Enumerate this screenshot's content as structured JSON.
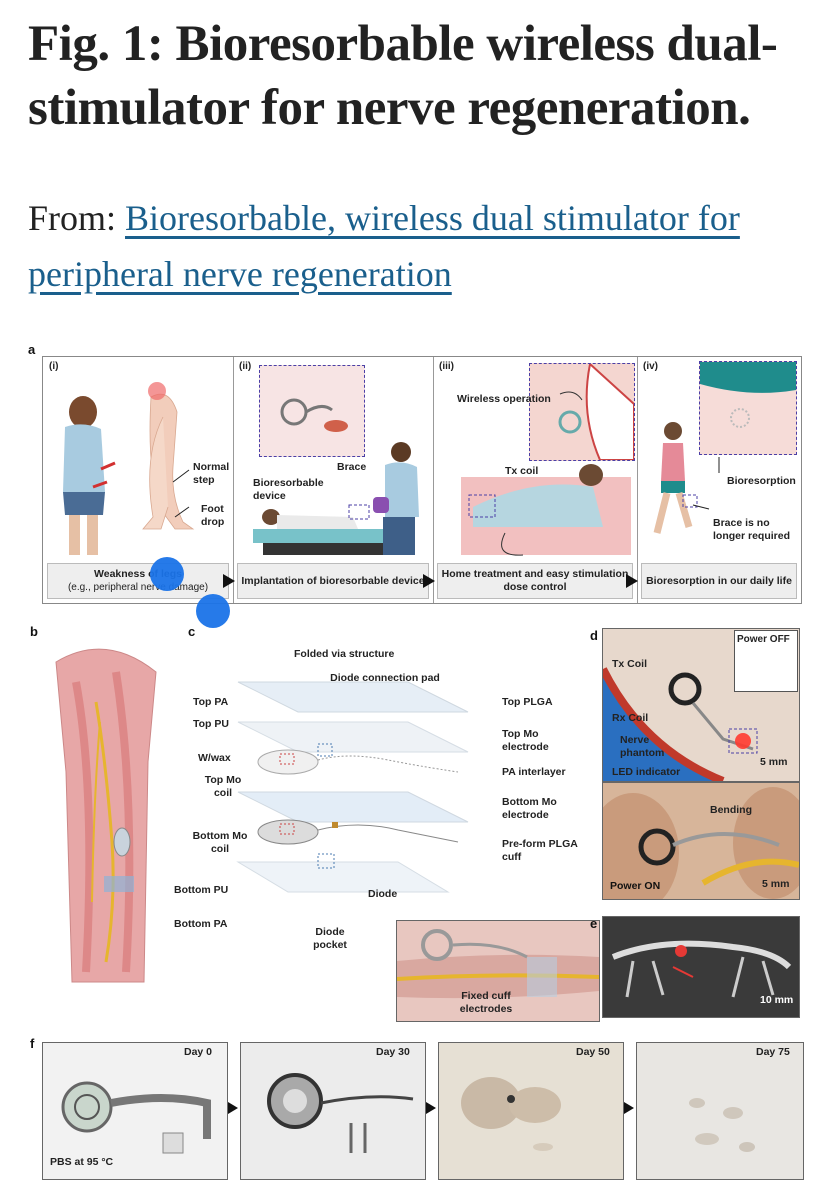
{
  "header": {
    "title": "Fig. 1: Bioresorbable wireless dual-stimulator for nerve regeneration.",
    "from_prefix": "From:",
    "from_link": "Bioresorbable, wireless dual stimulator for peripheral nerve regeneration"
  },
  "figure": {
    "panel_letters": [
      "a",
      "b",
      "c",
      "d",
      "e",
      "f"
    ],
    "panel_a": {
      "subpanels": [
        {
          "num": "(i)",
          "caption": "Weakness of legs",
          "caption_sub": "(e.g., peripheral nerve damage)",
          "labels": [
            "Normal step",
            "Foot drop"
          ]
        },
        {
          "num": "(ii)",
          "caption": "Implantation of bioresorbable device",
          "labels": [
            "Brace",
            "Bioresorbable device"
          ]
        },
        {
          "num": "(iii)",
          "caption": "Home treatment and easy stimulation dose control",
          "labels": [
            "Wireless operation",
            "Tx coil"
          ]
        },
        {
          "num": "(iv)",
          "caption": "Bioresorption in our daily life",
          "labels": [
            "Bioresorption",
            "Brace is no longer required"
          ]
        }
      ]
    },
    "panel_c": {
      "left_labels": [
        "Top PA",
        "Top PU",
        "W/wax",
        "Top Mo coil",
        "Bottom Mo coil",
        "Bottom PU",
        "Bottom PA"
      ],
      "top_labels": [
        "Folded via structure",
        "Diode connection pad"
      ],
      "right_labels": [
        "Top PLGA",
        "Top Mo electrode",
        "PA interlayer",
        "Bottom Mo electrode",
        "Pre-form PLGA cuff"
      ],
      "bottom_labels": [
        "Diode",
        "Diode pocket"
      ],
      "inset_label": "Fixed cuff electrodes"
    },
    "panel_d": {
      "top": {
        "state": "Power OFF",
        "labels": [
          "Tx Coil",
          "Rx Coil",
          "Nerve phantom",
          "LED indicator"
        ],
        "scale": "5 mm"
      },
      "bottom": {
        "state": "Power ON",
        "labels": [
          "Bending"
        ],
        "scale": "5 mm"
      }
    },
    "panel_e": {
      "scale": "10 mm"
    },
    "panel_f": {
      "days": [
        "Day 0",
        "Day 30",
        "Day 50",
        "Day 75"
      ],
      "condition": "PBS at 95 °C"
    }
  },
  "colors": {
    "link": "#1a5f8c",
    "touch_dot": "#1a73e8",
    "dash_box": "#4b3fa6"
  }
}
